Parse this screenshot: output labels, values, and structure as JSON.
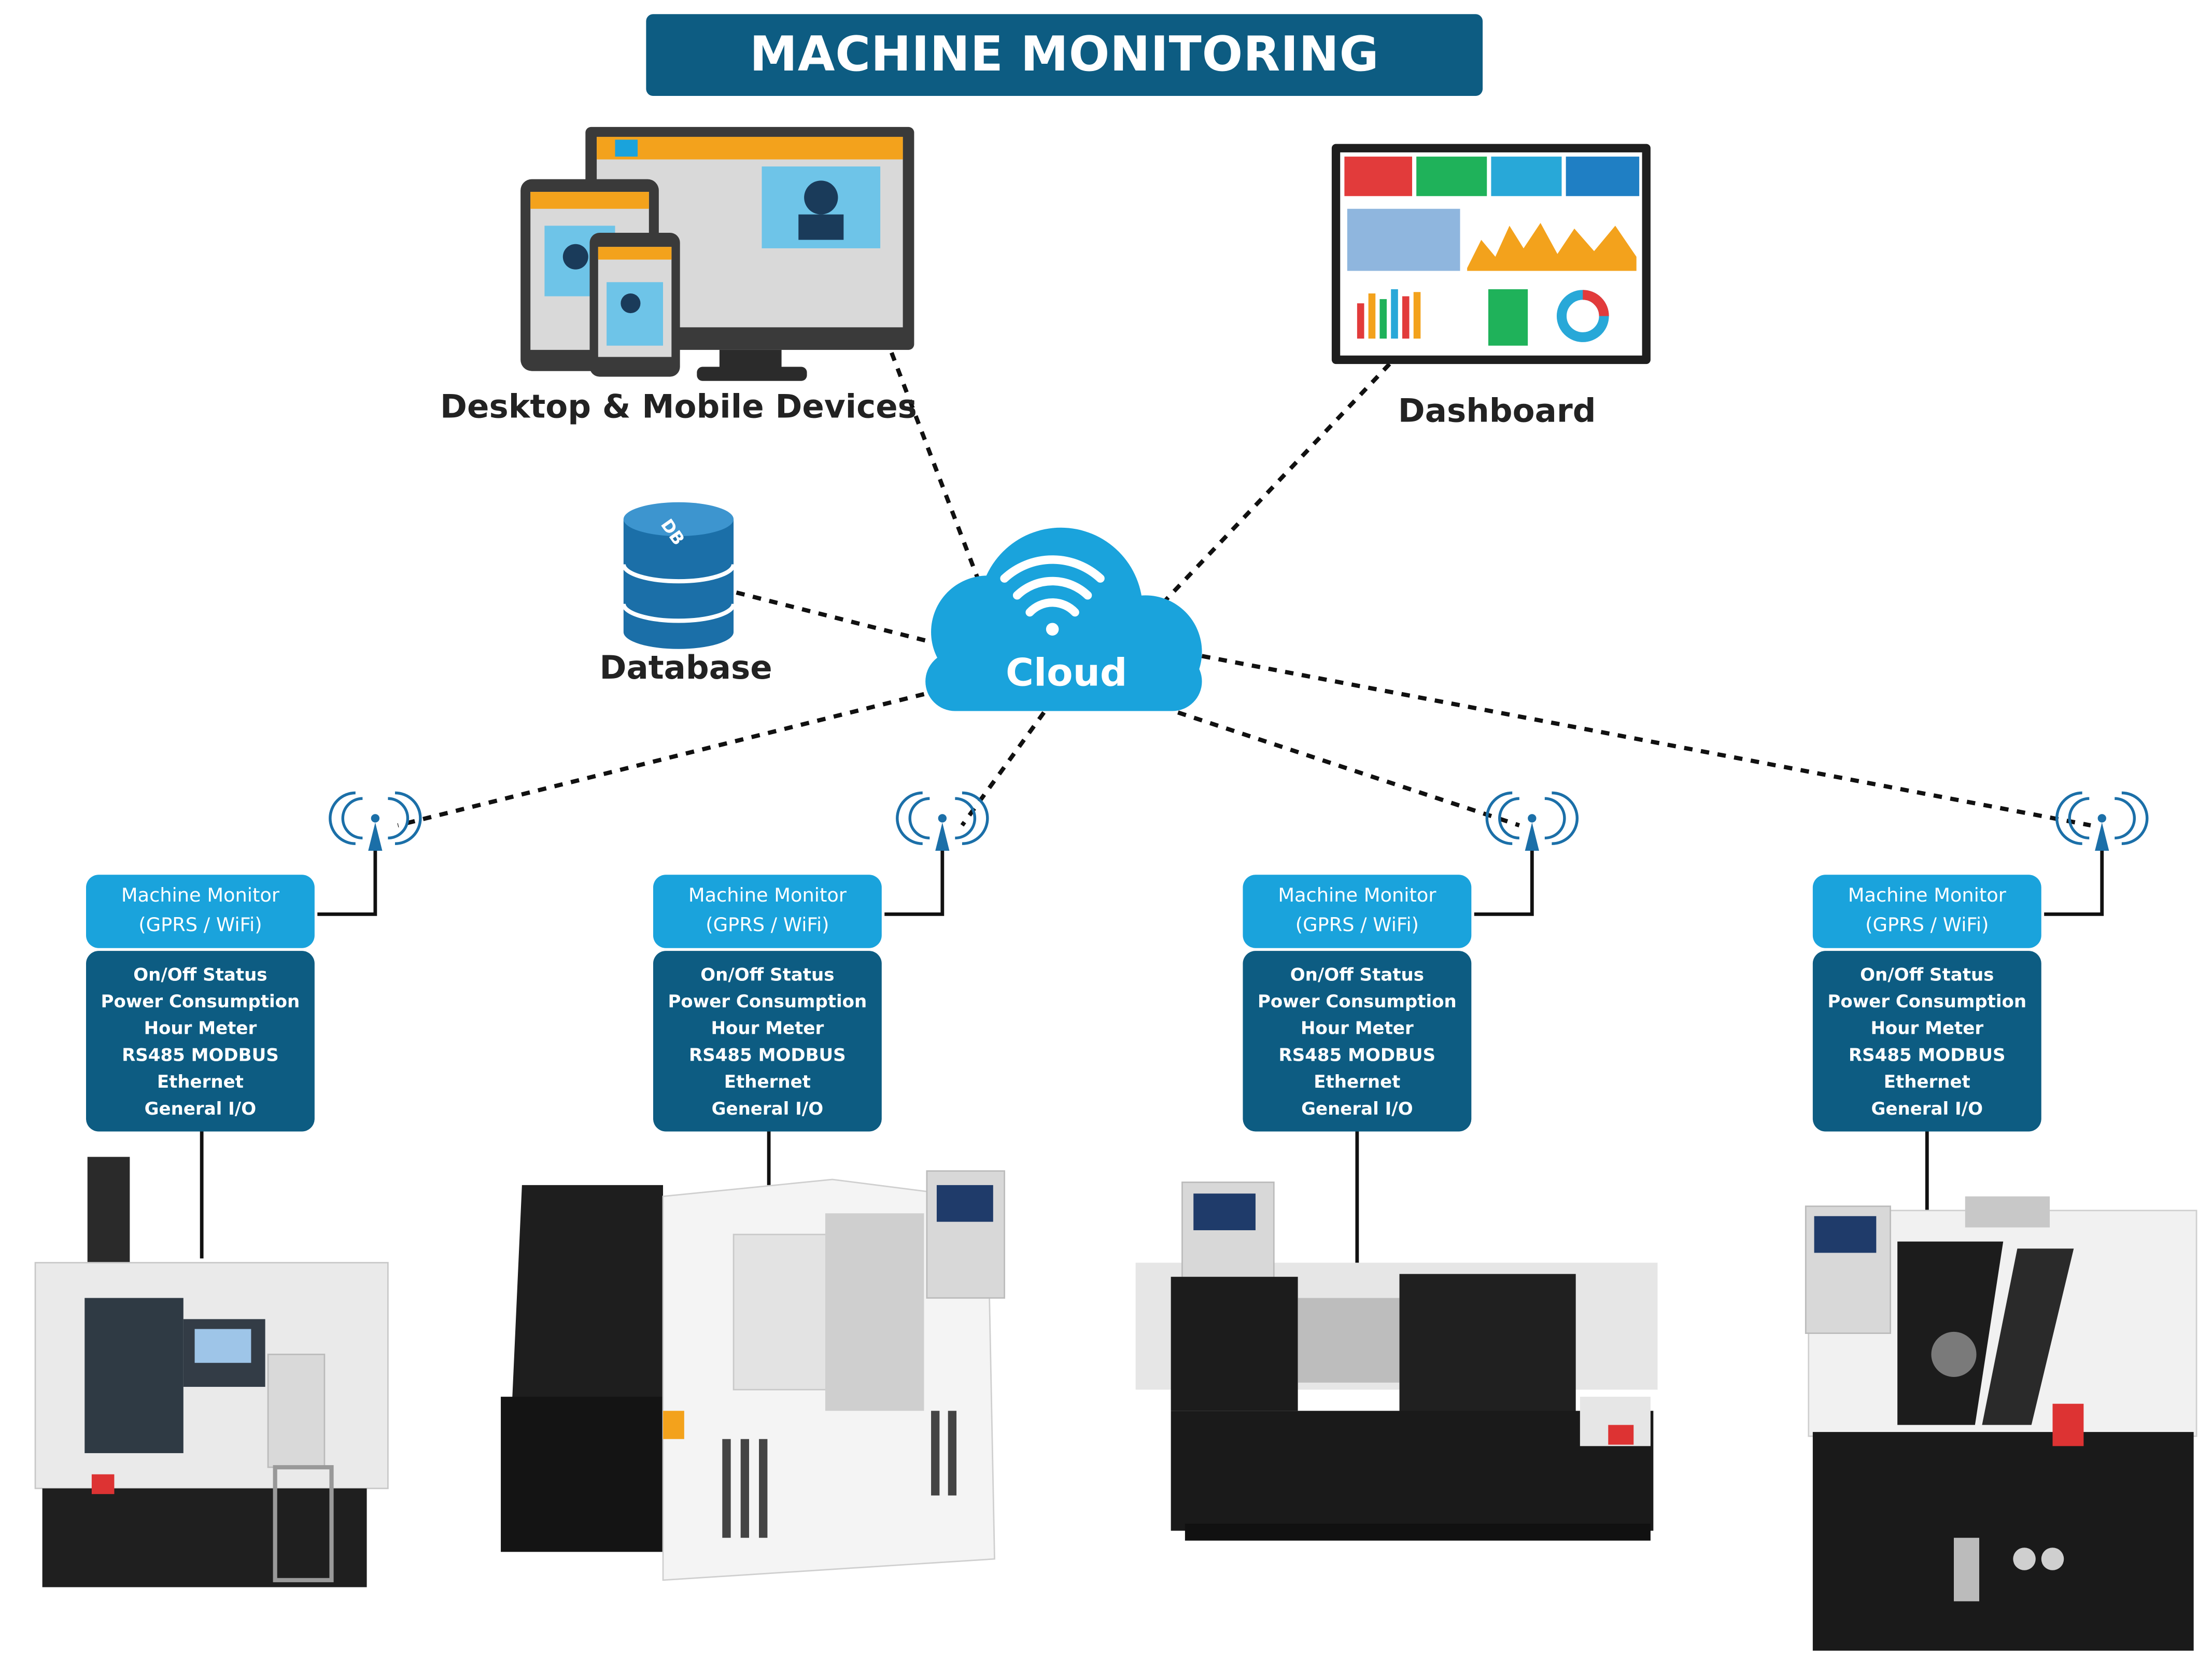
{
  "title": "MACHINE MONITORING SYSTEM",
  "nodes": {
    "devices": {
      "label": "Desktop & Mobile Devices",
      "icon": "desktop-mobile-devices-icon"
    },
    "dashboard": {
      "label": "Dashboard",
      "icon": "dashboard-screen-icon"
    },
    "database": {
      "label": "Database",
      "icon": "database-icon",
      "icon_text": "DB"
    },
    "cloud": {
      "label": "Cloud",
      "icon": "wifi-cloud-icon"
    }
  },
  "monitors": [
    {
      "title_line1": "Machine Monitor",
      "title_line2": "(GPRS / WiFi)",
      "features": [
        "On/Off Status",
        "Power Consumption",
        "Hour Meter",
        "RS485 MODBUS",
        "Ethernet",
        "General I/O"
      ]
    },
    {
      "title_line1": "Machine Monitor",
      "title_line2": "(GPRS / WiFi)",
      "features": [
        "On/Off Status",
        "Power Consumption",
        "Hour Meter",
        "RS485 MODBUS",
        "Ethernet",
        "General I/O"
      ]
    },
    {
      "title_line1": "Machine Monitor",
      "title_line2": "(GPRS / WiFi)",
      "features": [
        "On/Off Status",
        "Power Consumption",
        "Hour Meter",
        "RS485 MODBUS",
        "Ethernet",
        "General I/O"
      ]
    },
    {
      "title_line1": "Machine Monitor",
      "title_line2": "(GPRS / WiFi)",
      "features": [
        "On/Off Status",
        "Power Consumption",
        "Hour Meter",
        "RS485 MODBUS",
        "Ethernet",
        "General I/O"
      ]
    }
  ],
  "colors": {
    "title_bg": "#0d5c82",
    "cloud": "#1aa3dc",
    "monitor_header": "#1aa3dc",
    "monitor_body": "#0d5c82",
    "database": "#1b6fa8",
    "connector": "#111111"
  }
}
